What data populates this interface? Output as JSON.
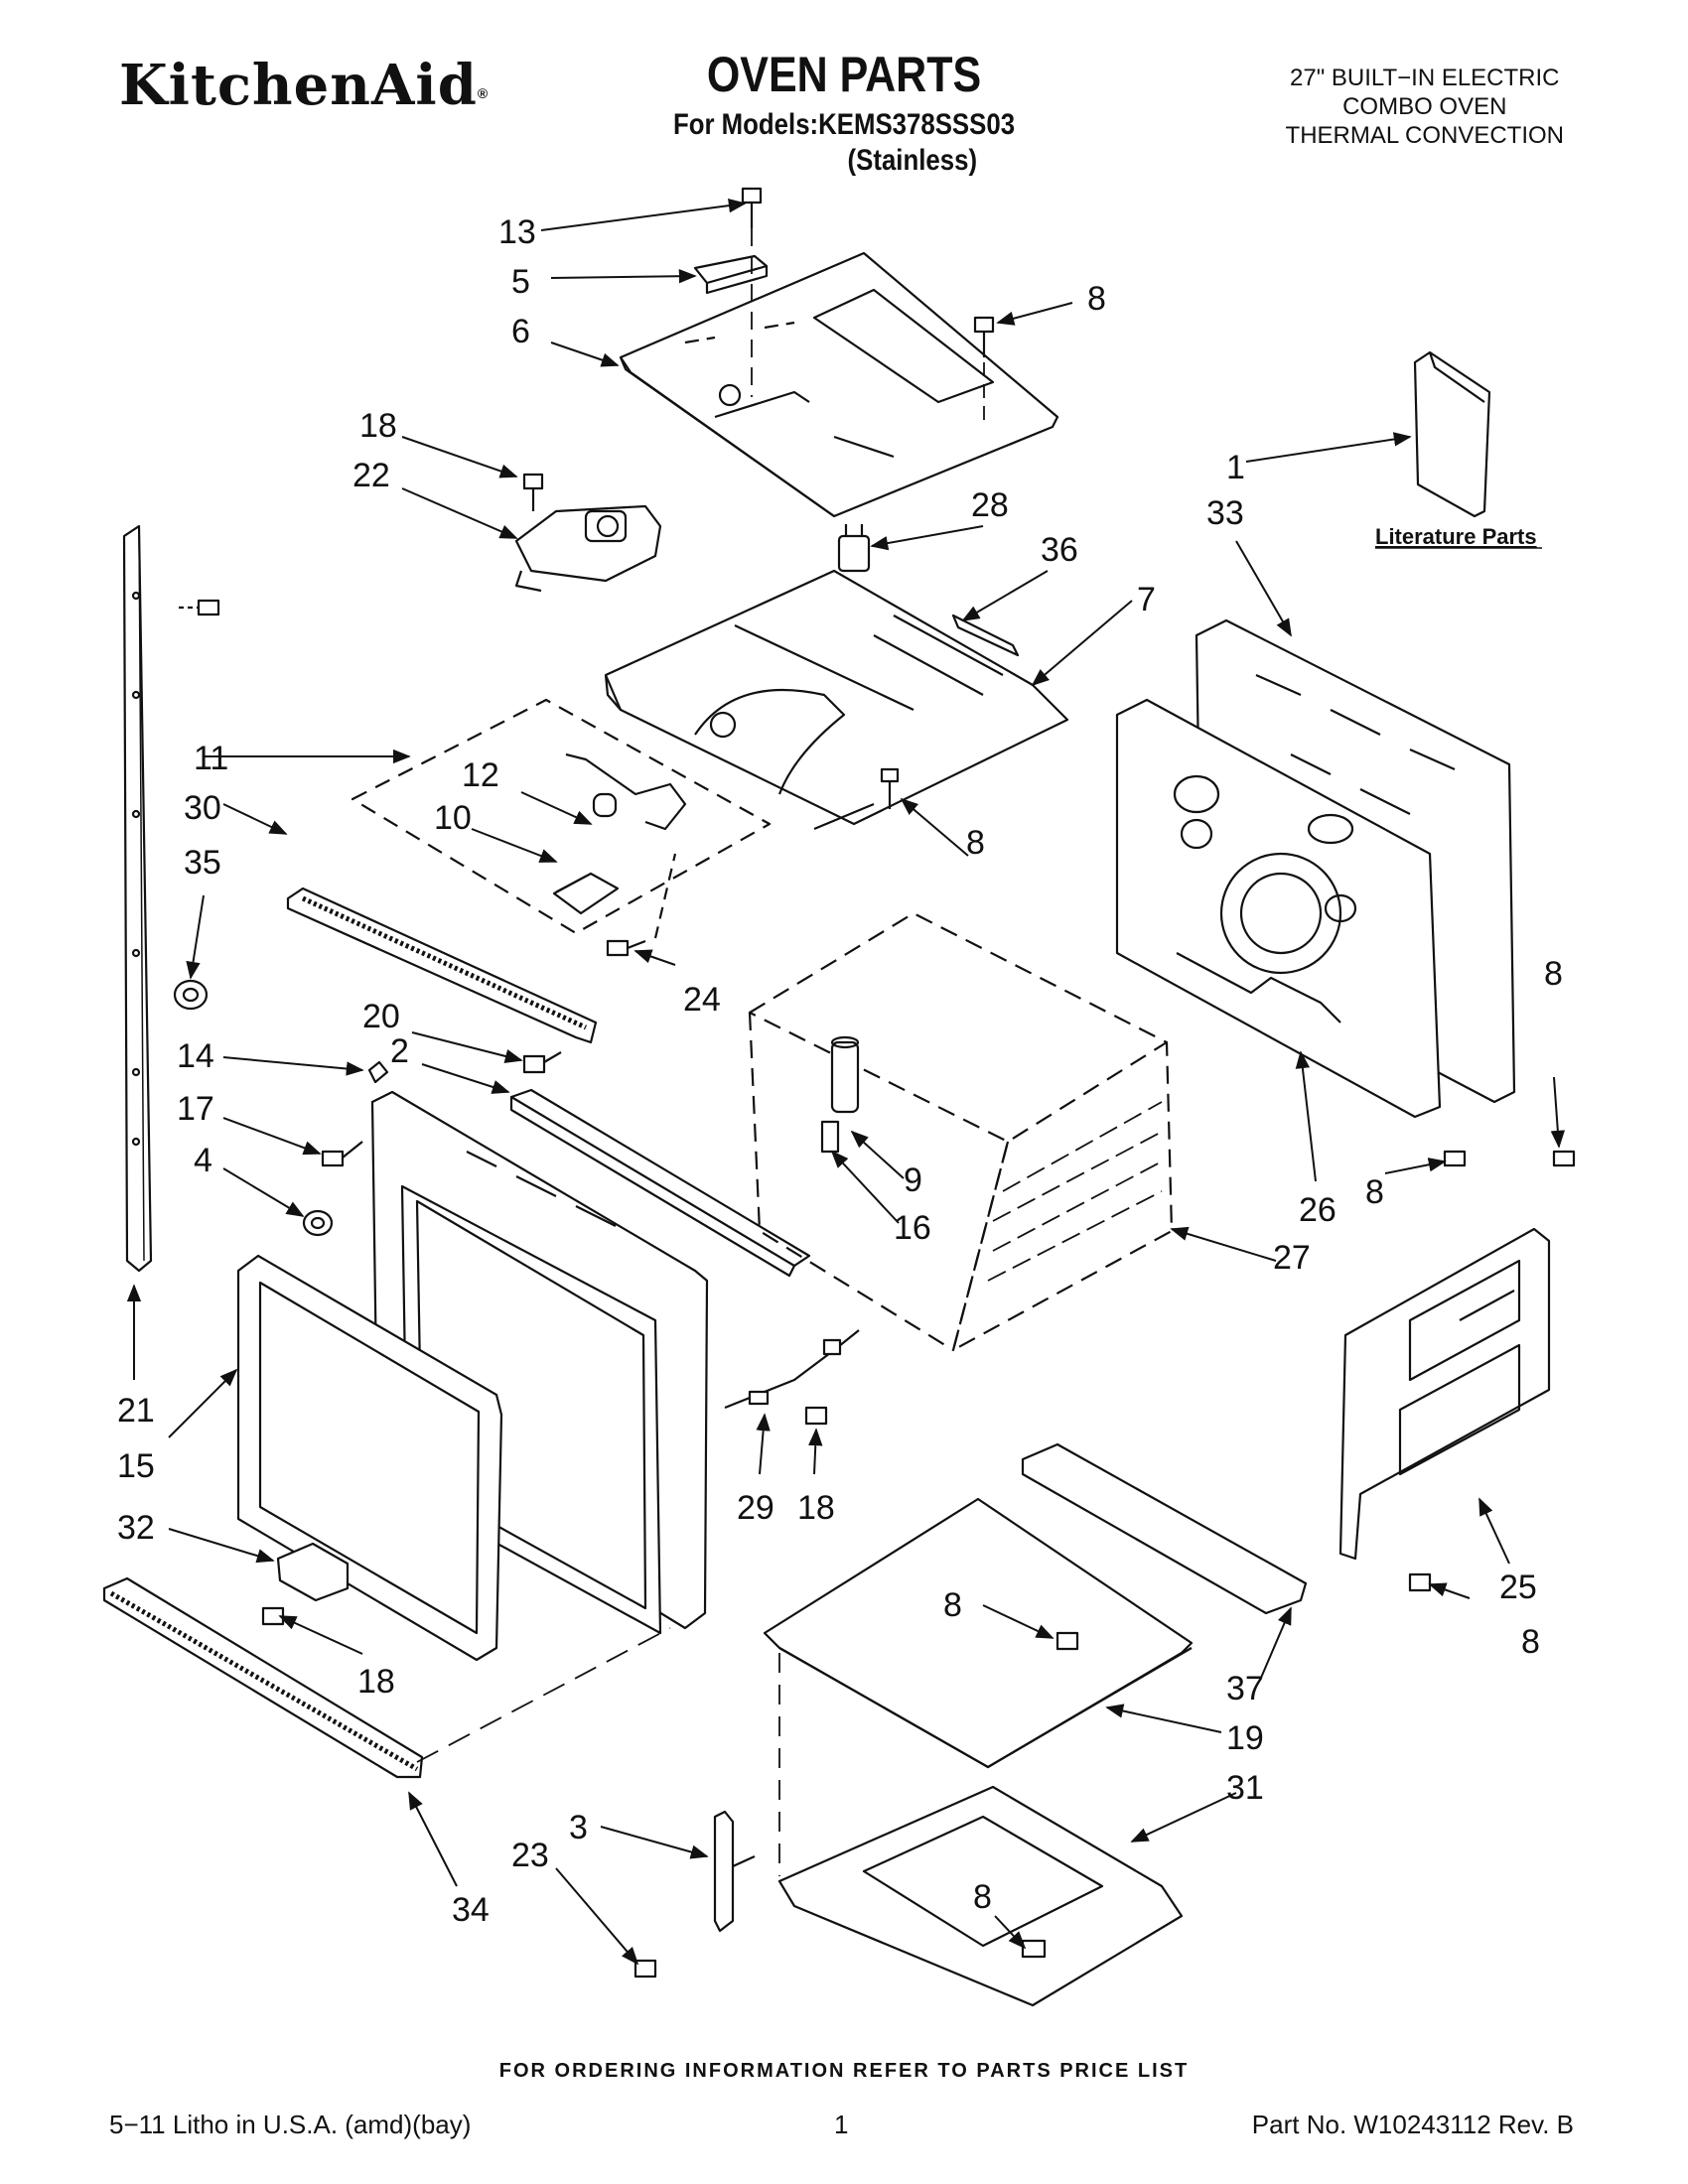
{
  "header": {
    "brand": "KitchenAid",
    "brand_mark": "®",
    "title": "OVEN PARTS",
    "models_line": "For Models:KEMS378SSS03",
    "finish_line": "(Stainless)",
    "product_lines": [
      "27\" BUILT−IN ELECTRIC",
      "COMBO OVEN",
      "THERMAL CONVECTION"
    ]
  },
  "diagram": {
    "literature_label": "Literature Parts",
    "callouts": [
      "13",
      "5",
      "8",
      "6",
      "18",
      "22",
      "28",
      "36",
      "7",
      "1",
      "33",
      "11",
      "12",
      "10",
      "30",
      "35",
      "24",
      "8",
      "20",
      "14",
      "2",
      "17",
      "4",
      "9",
      "16",
      "27",
      "26",
      "8",
      "8",
      "21",
      "15",
      "29",
      "18",
      "25",
      "32",
      "18",
      "8",
      "37",
      "19",
      "31",
      "3",
      "23",
      "34",
      "8",
      "8"
    ]
  },
  "footer": {
    "ordering_note": "FOR ORDERING INFORMATION REFER TO PARTS PRICE LIST",
    "litho": "5−11 Litho in U.S.A. (amd)(bay)",
    "page": "1",
    "part_no": "Part No. W10243112 Rev. B"
  }
}
